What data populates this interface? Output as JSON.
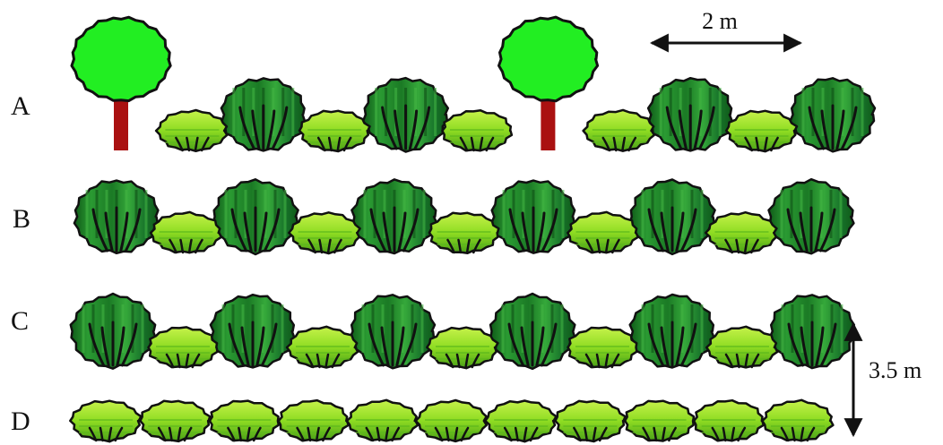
{
  "rows": [
    {
      "label": "A",
      "plants": [
        "tree",
        "small",
        "large",
        "small",
        "large",
        "small",
        "tree",
        "small",
        "large",
        "small",
        "large"
      ]
    },
    {
      "label": "B",
      "plants": [
        "large",
        "small",
        "large",
        "small",
        "large",
        "small",
        "large",
        "small",
        "large",
        "small",
        "large"
      ]
    },
    {
      "label": "C",
      "plants": [
        "large",
        "small",
        "large",
        "small",
        "large",
        "small",
        "large",
        "small",
        "large",
        "small",
        "large"
      ]
    },
    {
      "label": "D",
      "plants": [
        "small",
        "small",
        "small",
        "small",
        "small",
        "small",
        "small",
        "small",
        "small",
        "small",
        "small"
      ]
    }
  ],
  "dimensions": {
    "plant_spacing": "2 m",
    "row_spacing": "3.5 m"
  },
  "colors": {
    "tree_canopy": "#22ee22",
    "tree_trunk": "#aa1111",
    "large_shrub": "#1e8a2a",
    "small_shrub": "#88dd22",
    "outline": "#111111"
  }
}
